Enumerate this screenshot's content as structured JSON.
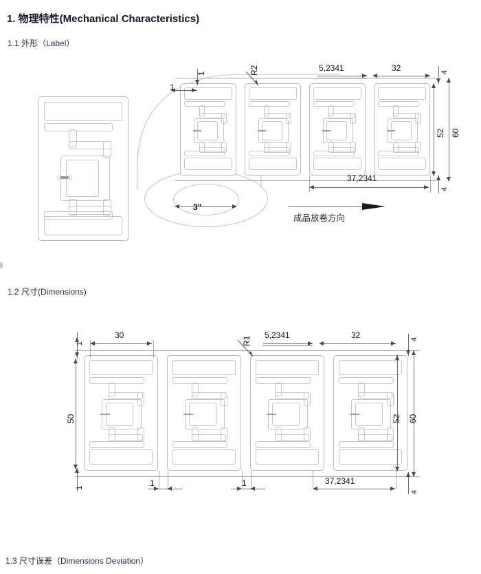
{
  "document": {
    "section_title": "1. 物理特性(Mechanical Characteristics)",
    "subsections": [
      {
        "id": "1.1",
        "label": "1.1  外形（Label）"
      },
      {
        "id": "1.2",
        "label": "1.2 尺寸(Dimensions)"
      },
      {
        "id": "1.3",
        "label": "1.3 尺寸误差（Dimensions Deviation）"
      }
    ]
  },
  "figure_label_roll": {
    "name": "label-roll-drawing",
    "core_diameter": "3\"",
    "direction_note": "成品放卷方向",
    "dimensions": {
      "gap_top": "1",
      "gap_left": "1",
      "corner_radius": "R2",
      "pitch_gap": "5,2341",
      "label_width": "32",
      "edge_margin_top": "4",
      "edge_margin_bottom": "4",
      "liner_inner_height": "52",
      "liner_height": "60",
      "pitch": "37,2341"
    }
  },
  "figure_dimensions": {
    "name": "dimensions-drawing",
    "dimensions": {
      "label_top_gap": "1",
      "inner_width": "30",
      "corner_radius": "R1",
      "gap": "5,2341",
      "label_width": "32",
      "edge_margin_top": "4",
      "label_height": "50",
      "bottom_left_gap": "1",
      "gap_1a": "1",
      "gap_1b": "1",
      "pitch": "37,2341",
      "edge_margin_bottom": "4",
      "liner_inner_height": "52",
      "liner_height": "60"
    }
  },
  "colors": {
    "text": "#14142b",
    "drawing_line": "#c2c2c8",
    "dimension_line": "#4a4a55",
    "background": "#ffffff"
  }
}
